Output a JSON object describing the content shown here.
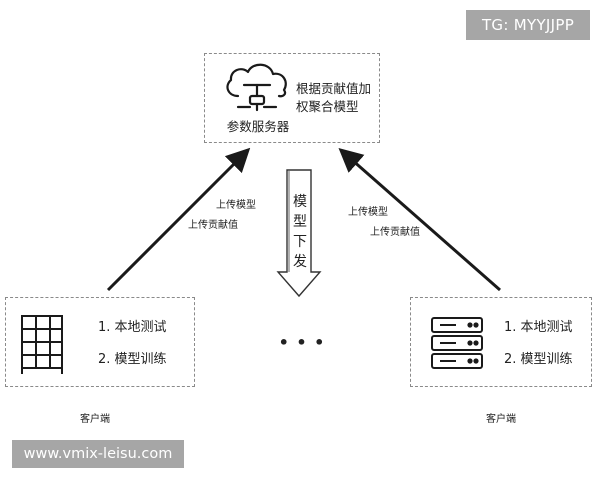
{
  "watermarks": {
    "top_right": "TG: MYYJJPP",
    "bottom_left": "www.vmix-leisu.com"
  },
  "server": {
    "name": "参数服务器",
    "method_line1": "根据贡献值加",
    "method_line2": "权聚合模型",
    "icon": "cloud-server-icon"
  },
  "left_arrow": {
    "label_line1": "上传模型",
    "label_line2": "上传贡献值"
  },
  "right_arrow": {
    "label_line1": "上传模型",
    "label_line2": "上传贡献值"
  },
  "down_arrow": {
    "c1": "模",
    "c2": "型",
    "c3": "下",
    "c4": "发"
  },
  "clients": [
    {
      "icon": "server-rack-icon",
      "step1": "1. 本地测试",
      "step2": "2. 模型训练",
      "caption": "客户端"
    },
    {
      "icon": "server-stack-icon",
      "step1": "1. 本地测试",
      "step2": "2. 模型训练",
      "caption": "客户端"
    }
  ],
  "ellipsis": "• • •"
}
